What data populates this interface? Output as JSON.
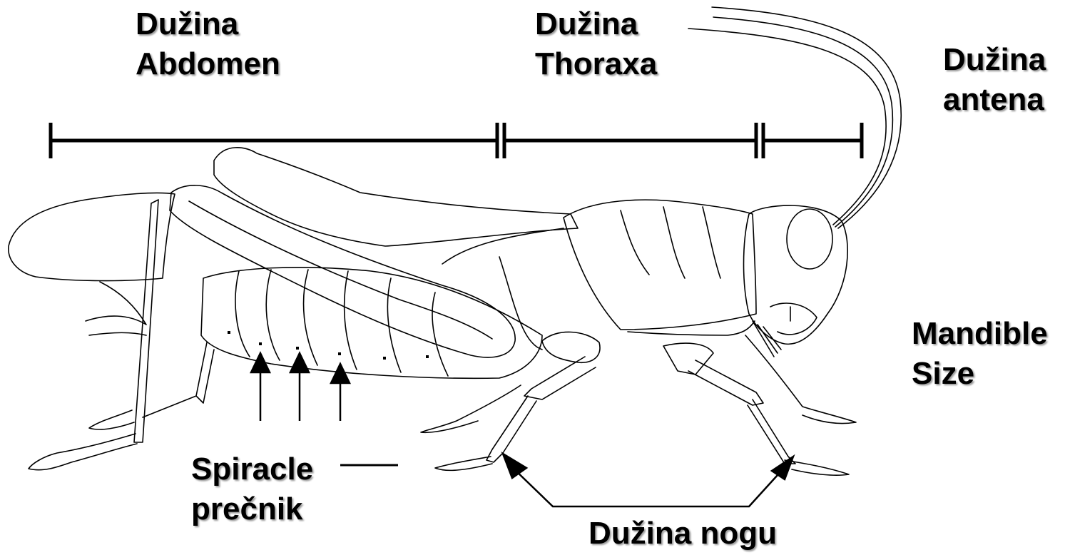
{
  "labels": {
    "abdomen": {
      "line1": "Dužina",
      "line2": "Abdomen"
    },
    "thorax": {
      "line1": "Dužina",
      "line2": "Thoraxa"
    },
    "antenna": {
      "line1": "Dužina",
      "line2": "antena"
    },
    "mandible": {
      "line1": "Mandible",
      "line2": "Size"
    },
    "spiracle": {
      "line1": "Spiracle",
      "line2": "prečnik"
    },
    "leg": {
      "line1": "Dužina nogu"
    }
  },
  "colors": {
    "ink": "#000000",
    "background": "#ffffff",
    "label_shadow": "#9a9a9a"
  }
}
